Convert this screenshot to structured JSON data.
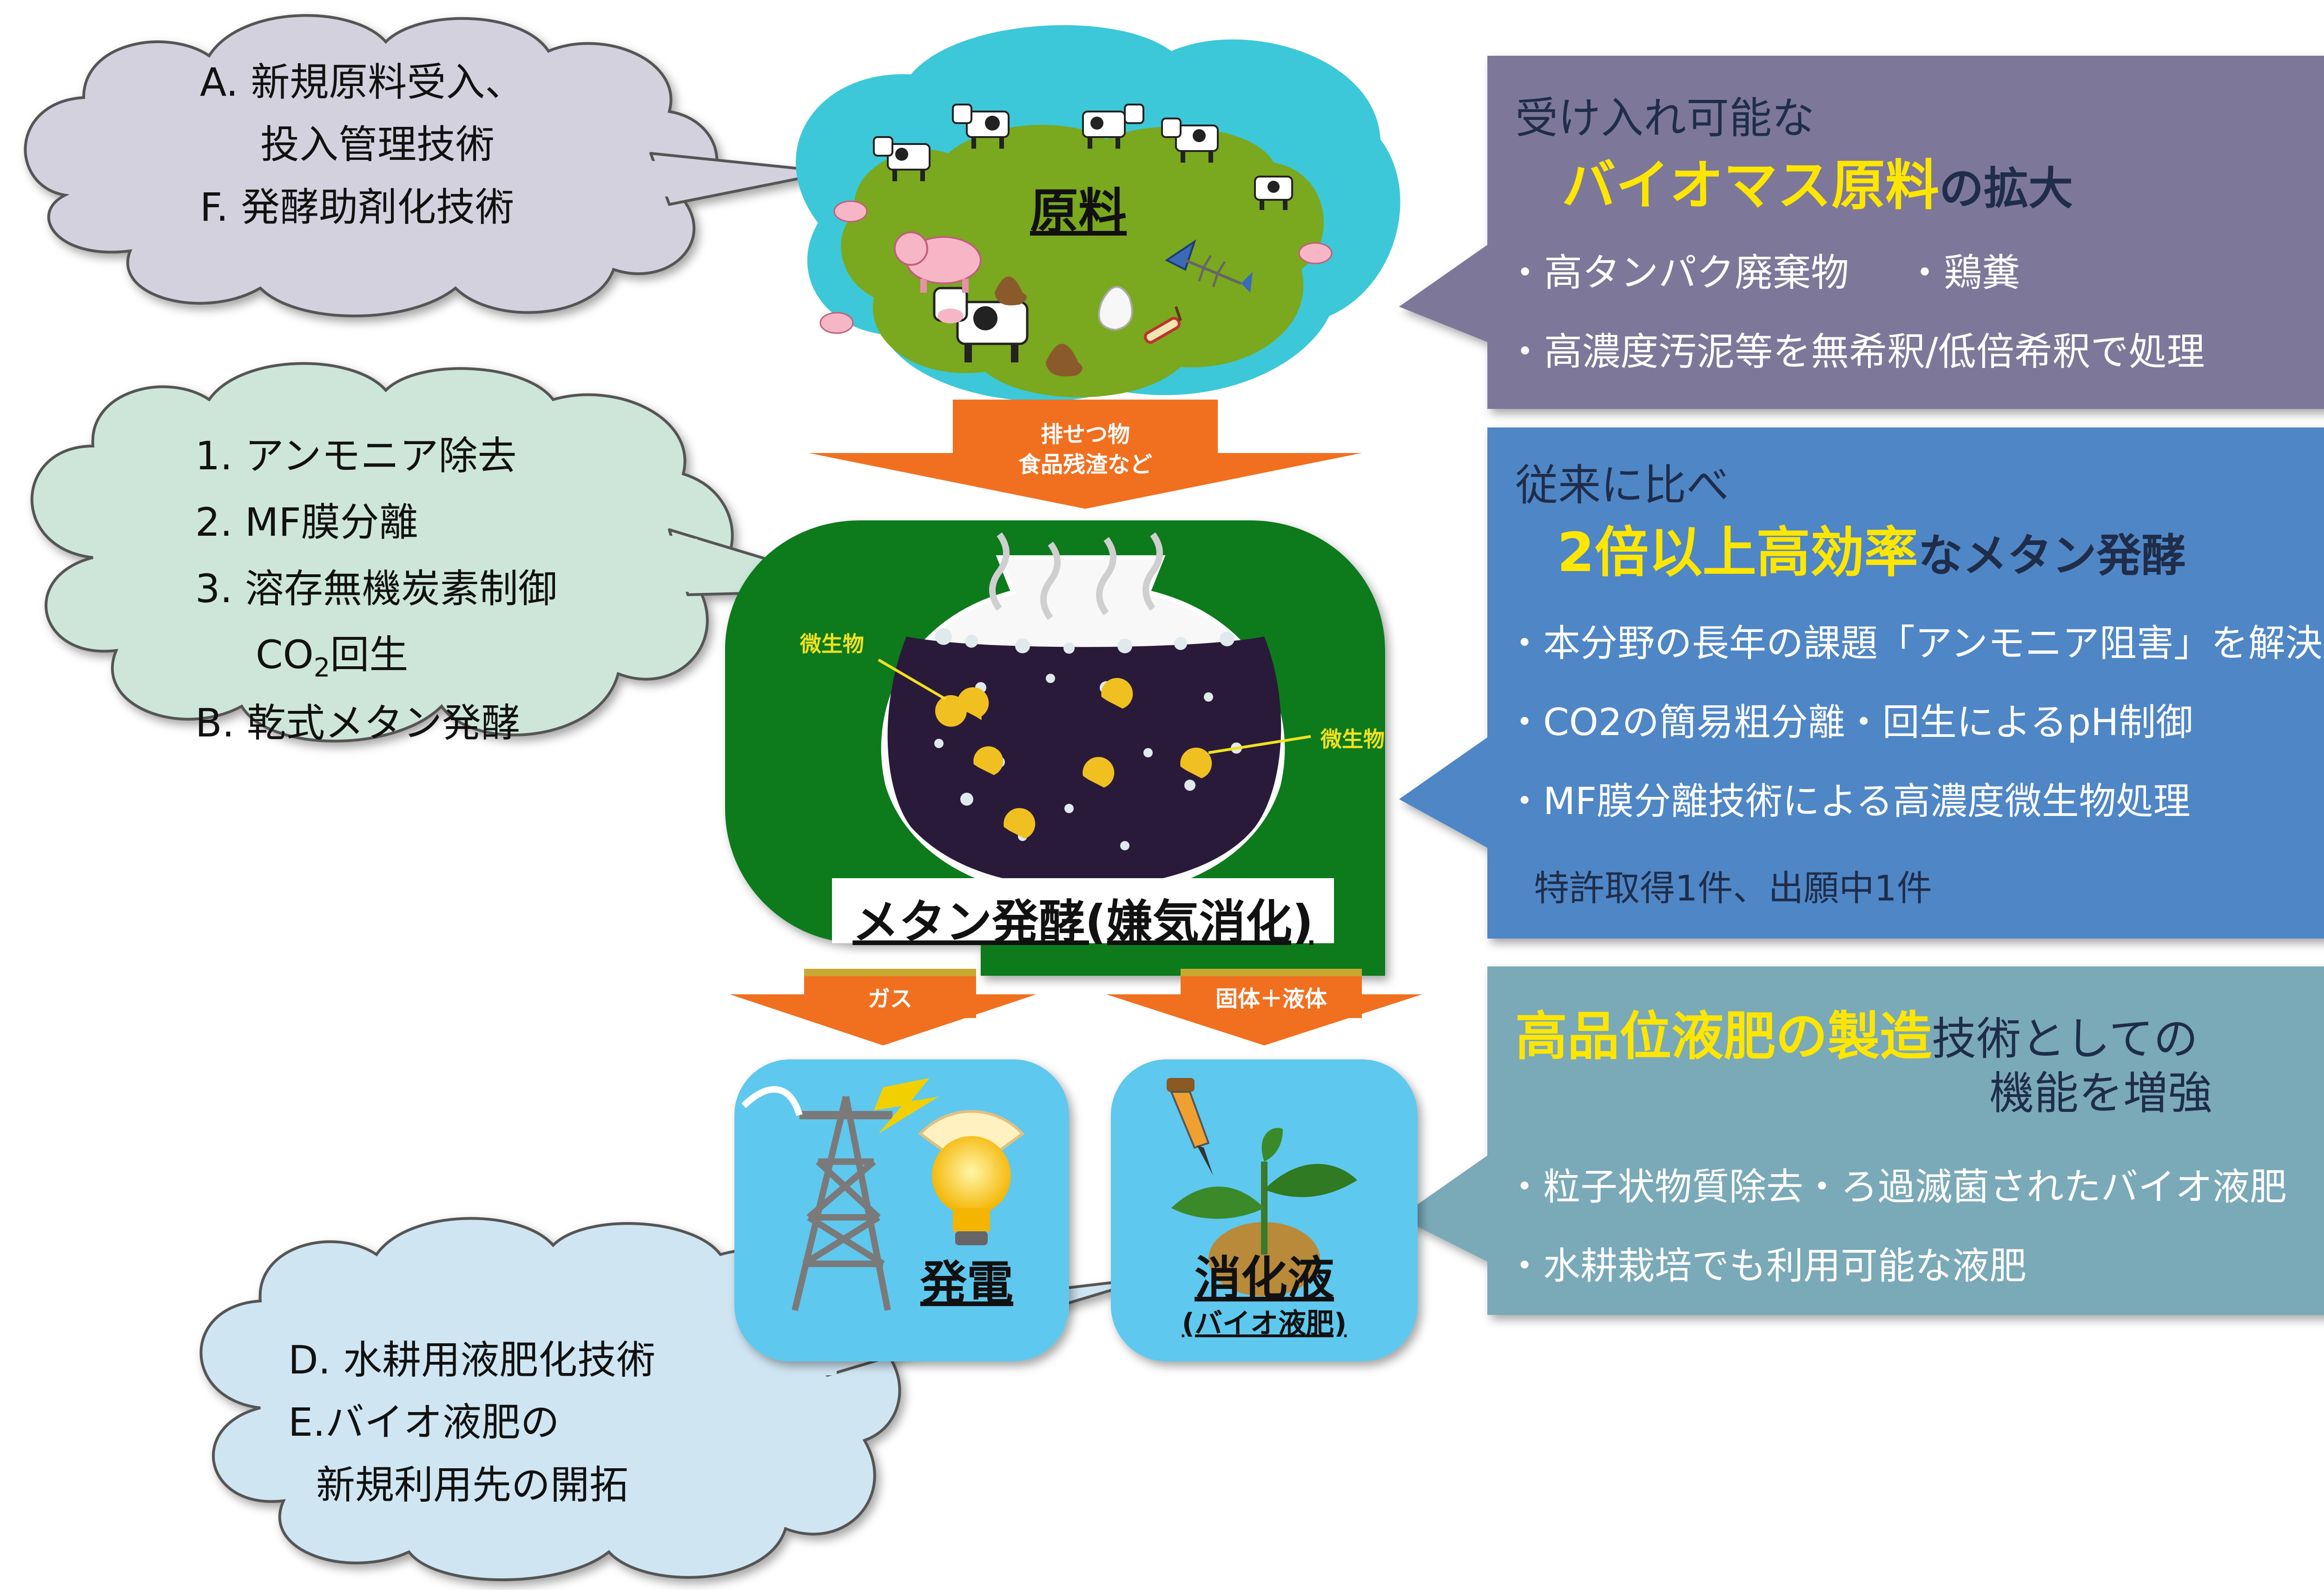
{
  "clouds": {
    "top": {
      "lines": [
        "A. 新規原料受入、",
        "投入管理技術",
        "F. 発酵助剤化技術"
      ]
    },
    "middle": {
      "lines": [
        "1. アンモニア除去",
        "2. MF膜分離",
        "3. 溶存無機炭素制御"
      ],
      "co2_prefix": "CO",
      "co2_sub": "2",
      "co2_suffix": "回生",
      "last": "B.  乾式メタン発酵"
    },
    "bottom": {
      "lines": [
        "D. 水耕用液肥化技術",
        "E.バイオ液肥の",
        "新規利用先の開拓"
      ]
    }
  },
  "center": {
    "raw_label": "原料",
    "arrow_top_label_1": "排せつ物",
    "arrow_top_label_2": "食品残渣など",
    "microbe_left": "微生物",
    "microbe_right": "微生物",
    "fermenter_label": "メタン発酵(嫌気消化)",
    "arrow_gas": "ガス",
    "arrow_solid": "固体＋液体",
    "power_label": "発電",
    "digestate_label": "消化液",
    "digestate_sub": "(バイオ液肥)"
  },
  "boxes": {
    "box1": {
      "color": "#7d7899",
      "title_line1": "受け入れ可能な",
      "title_highlight": "バイオマス原料",
      "title_rest": "の拡大",
      "bullet_1a": "・高タンパク廃棄物",
      "bullet_1b": "・鶏糞",
      "bullet_2": "・高濃度汚泥等を無希釈/低倍希釈で処理"
    },
    "box2": {
      "color": "#4f86c6",
      "title_line1": "従来に比べ",
      "title_highlight": "2倍以上高効率",
      "title_rest": "なメタン発酵",
      "bullet_1": "・本分野の長年の課題「アンモニア阻害」を解決",
      "bullet_2": "・CO2の簡易粗分離・回生によるpH制御",
      "bullet_3": "・MF膜分離技術による高濃度微生物処理",
      "note": "特許取得1件、出願中1件"
    },
    "box3": {
      "color": "#7aa9b8",
      "title_highlight": "高品位液肥の製造",
      "title_rest": "技術としての",
      "title_line2": "機能を増強",
      "bullet_1": "・粒子状物質除去・ろ過滅菌されたバイオ液肥",
      "bullet_2": "・水耕栽培でも利用可能な液肥"
    }
  },
  "colors": {
    "highlight_yellow": "#ffe600",
    "dark_title": "#1f2d4a",
    "arrow_orange": "#f07020",
    "fermenter_green": "#0a7a1a",
    "field_green": "#7aa81e",
    "sky_cyan": "#3cc8d8",
    "panel_blue": "#5ec8ee"
  }
}
